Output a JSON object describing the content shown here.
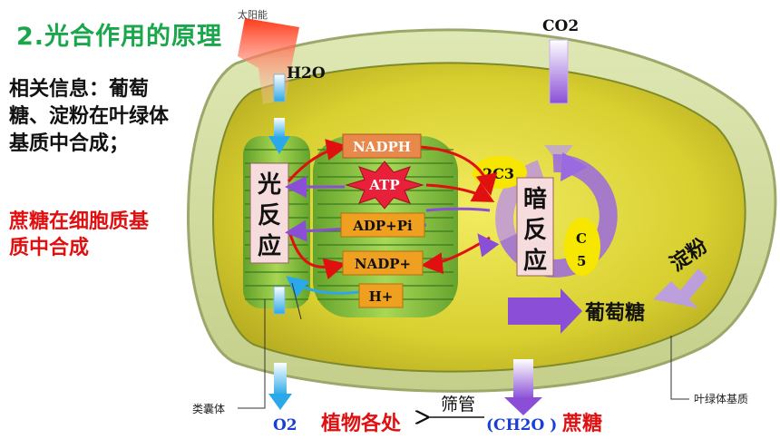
{
  "title": "2.光合作用的原理",
  "info_text": "相关信息：葡萄糖、淀粉在叶绿体基质中合成；",
  "sucrose_note": "蔗糖在细胞质基质中合成",
  "labels": {
    "sunlight": "太阳能",
    "h2o": "H2O",
    "co2": "CO2",
    "nadph": "NADPH",
    "atp": "ATP",
    "adp_pi": "ADP+Pi",
    "nadp": "NADP+",
    "h_plus": "H+",
    "two_c3": "2C3",
    "c5_top": "C",
    "c5_bottom": "5",
    "light_reaction": [
      "光",
      "反",
      "应"
    ],
    "dark_reaction": [
      "暗",
      "反",
      "应"
    ],
    "starch": "淀粉",
    "glucose": "葡萄糖",
    "thylakoid": "类囊体",
    "stroma": "叶绿体基质",
    "o2": "O2",
    "whole_plant": "植物各处",
    "sieve_tube": "筛管",
    "ch2o": "(CH2O )",
    "sucrose": "蔗糖"
  },
  "colors": {
    "title": "#1aa64a",
    "red": "#e01010",
    "purple": "#8a4fd6",
    "orange_box": "#f0a020",
    "blue": "#1a3fd6"
  }
}
